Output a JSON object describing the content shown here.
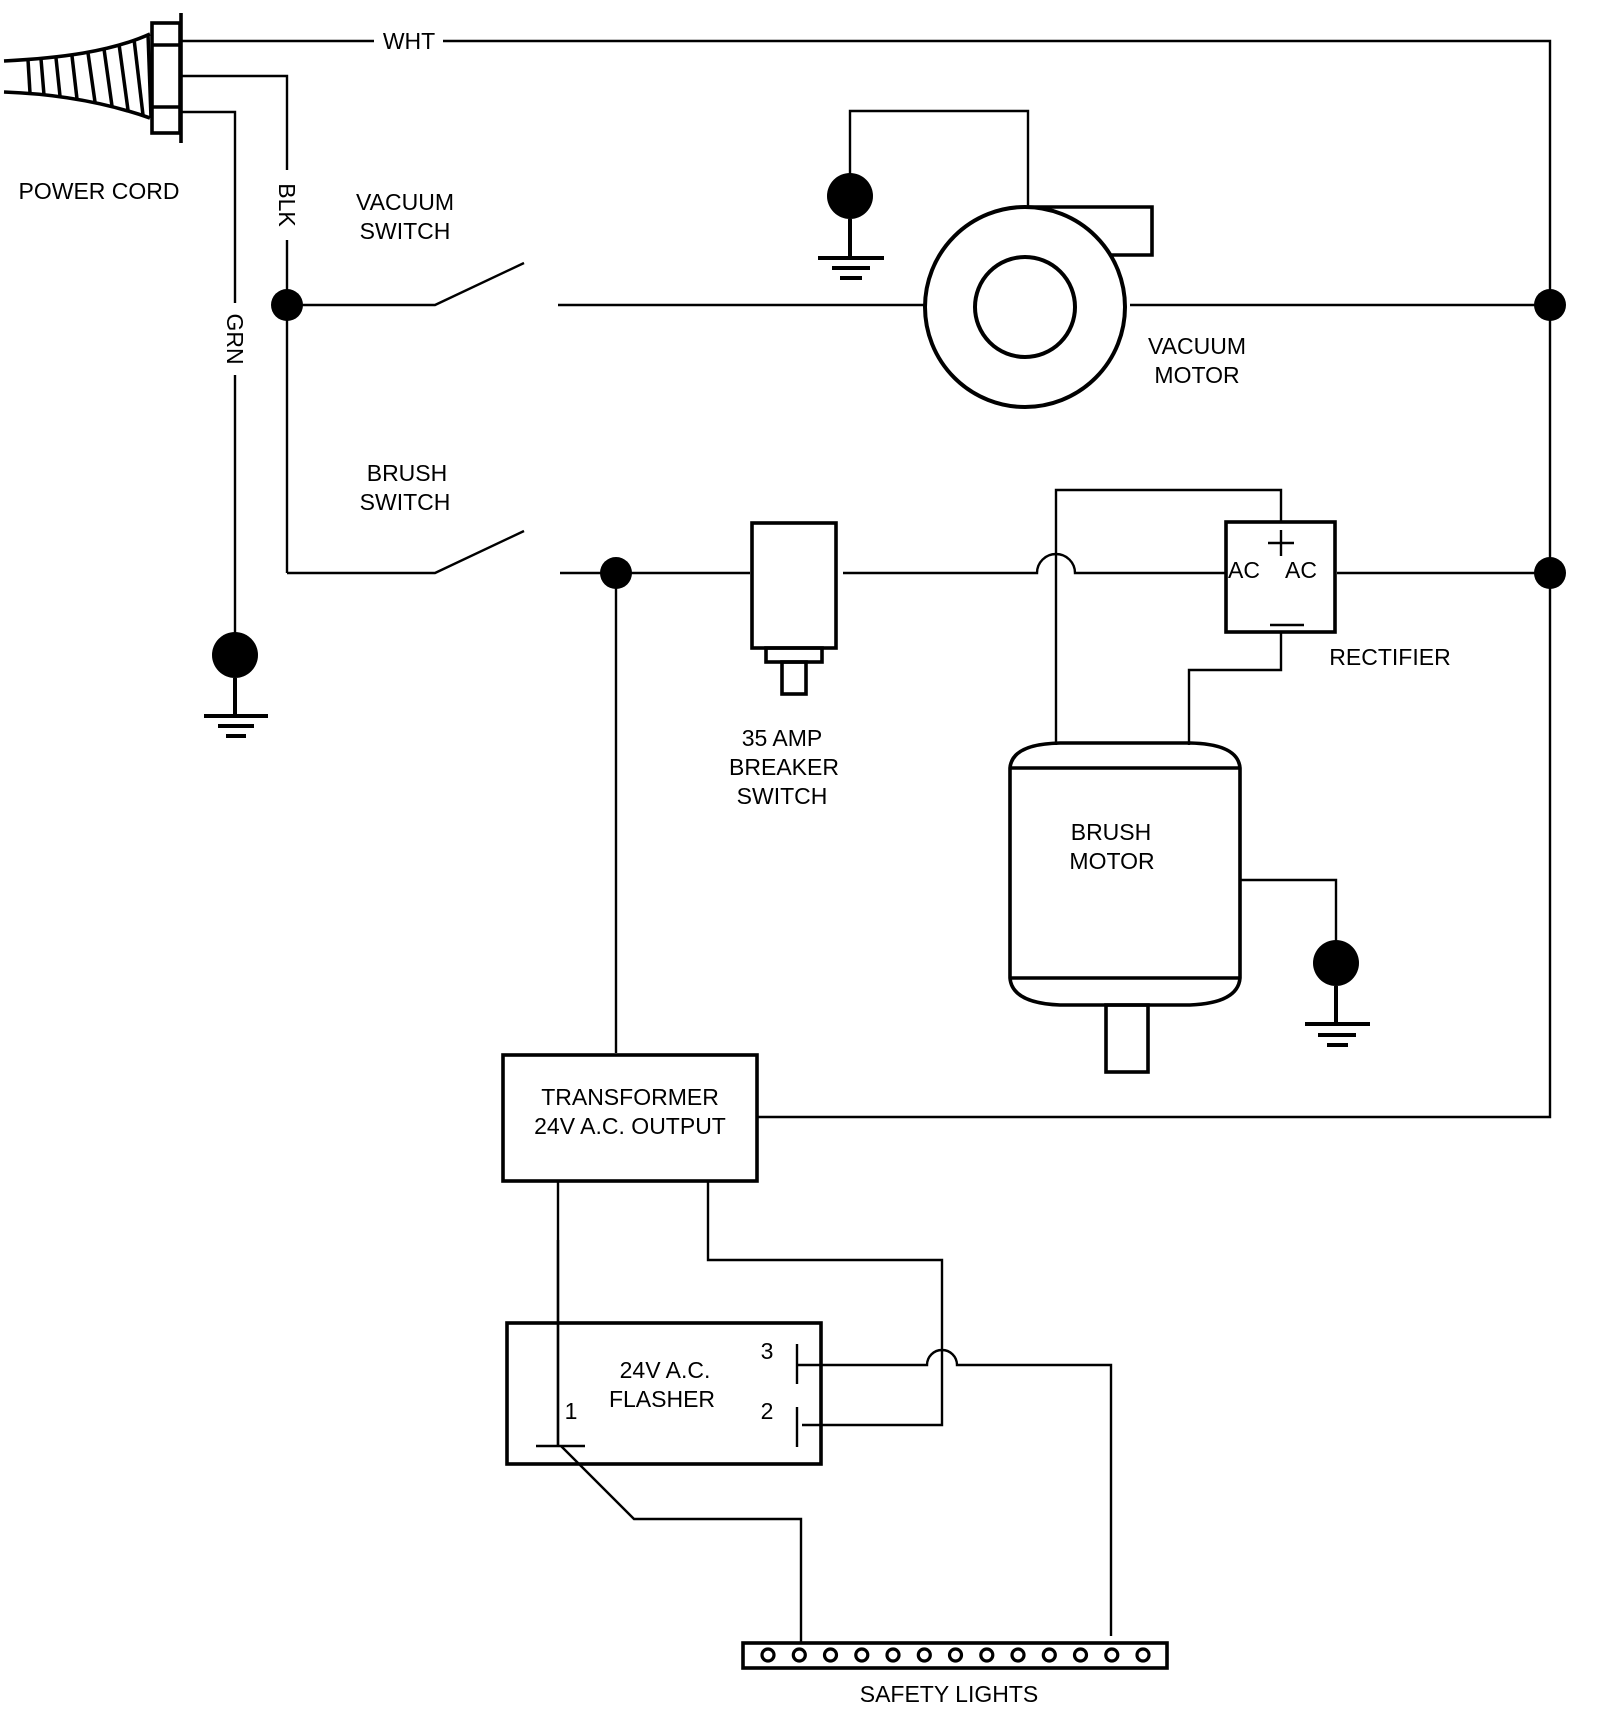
{
  "title": "Wiring Diagram",
  "wires": {
    "white": "WHT",
    "black": "BLK",
    "green": "GRN"
  },
  "components": {
    "power_cord": "POWER CORD",
    "vacuum_switch": [
      "VACUUM",
      "SWITCH"
    ],
    "brush_switch": [
      "BRUSH",
      "SWITCH"
    ],
    "vacuum_motor": [
      "VACUUM",
      "MOTOR"
    ],
    "breaker": [
      "35 AMP",
      "BREAKER",
      "SWITCH"
    ],
    "rectifier": {
      "label": "RECTIFIER",
      "terminal_left": "AC",
      "terminal_right": "AC",
      "positive": "+",
      "negative": "−"
    },
    "brush_motor": [
      "BRUSH",
      "MOTOR"
    ],
    "transformer": [
      "TRANSFORMER",
      "24V A.C. OUTPUT"
    ],
    "flasher": {
      "label": [
        "24V A.C.",
        "FLASHER"
      ],
      "terminals": [
        "1",
        "2",
        "3"
      ]
    },
    "safety_lights": {
      "label": "SAFETY LIGHTS",
      "light_count": 13
    }
  }
}
